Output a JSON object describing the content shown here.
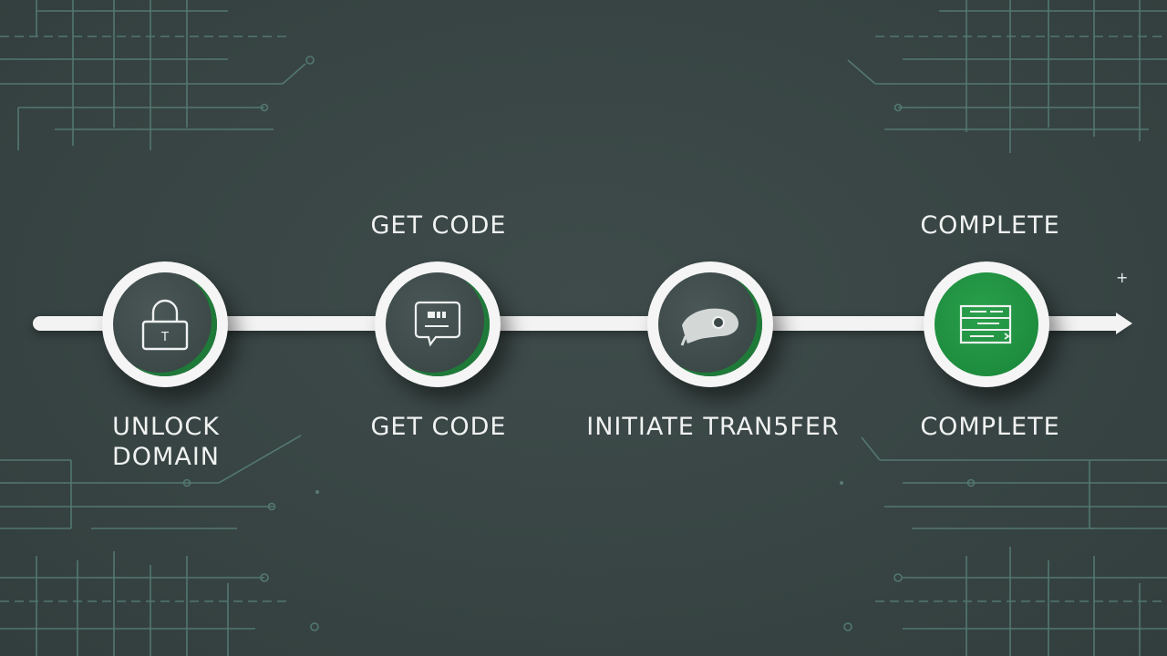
{
  "diagram": {
    "steps": [
      {
        "label_line1": "UNLOCK",
        "label_line2": "DOMAIN",
        "top_label": "",
        "icon": "padlock-icon",
        "icon_glyph": "T",
        "active": false
      },
      {
        "label_line1": "GET CODE",
        "label_line2": "",
        "top_label": "GET CODE",
        "icon": "message-code-icon",
        "active": false
      },
      {
        "label_line1": "INITIATE TRAN5FER",
        "label_line2": "",
        "top_label": "",
        "icon": "transfer-tag-icon",
        "active": false
      },
      {
        "label_line1": "COMPLETE",
        "label_line2": "",
        "top_label": "COMPLETE",
        "icon": "checklist-icon",
        "active": true
      }
    ],
    "decor_glyph": "+"
  },
  "colors": {
    "background": "#3a4746",
    "track": "#f2f3f2",
    "accent_green": "#1f8a3d",
    "circuit_lines": "#5f8a82"
  }
}
